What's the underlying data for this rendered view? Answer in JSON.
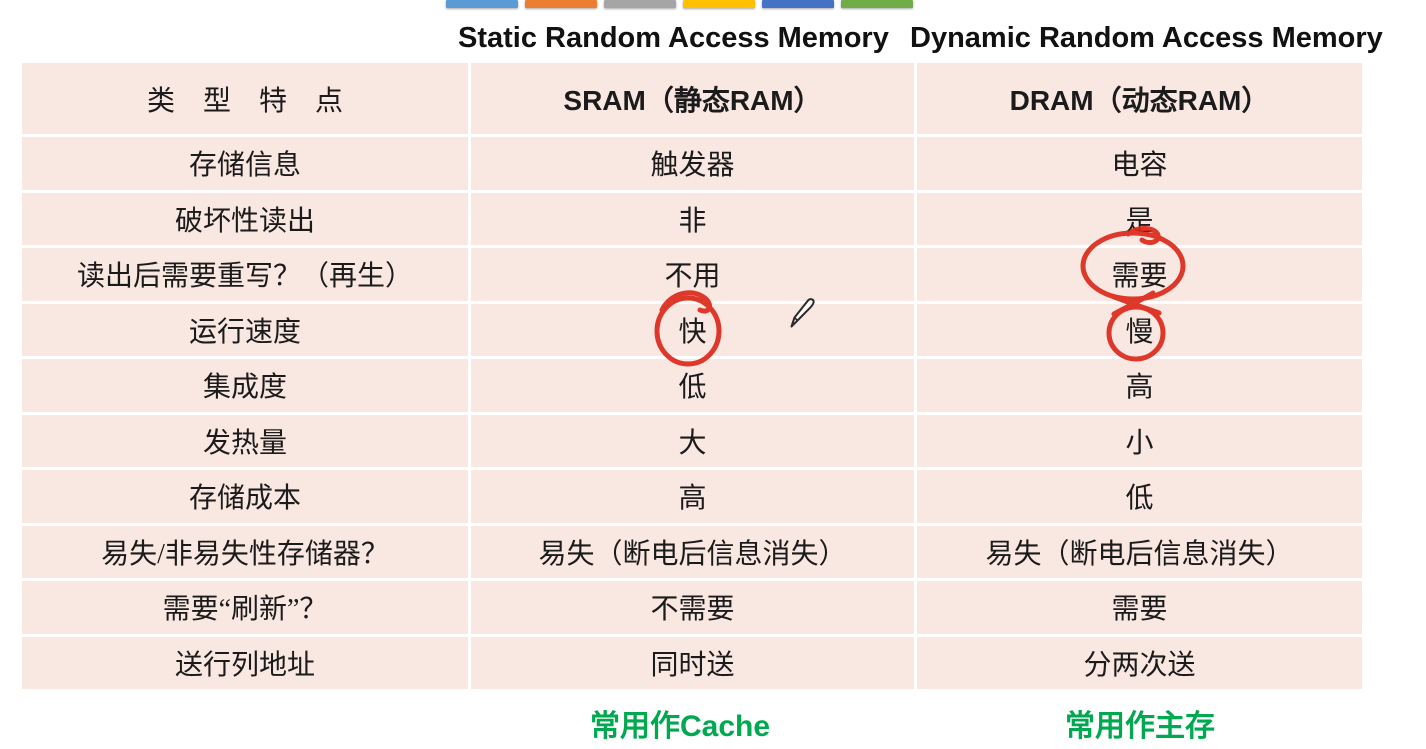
{
  "slide": {
    "top_bars": {
      "colors": [
        "#5B9BD5",
        "#ED7D31",
        "#A5A5A5",
        "#FFC000",
        "#4472C4",
        "#70AD47"
      ]
    },
    "column_headers": {
      "static": "Static Random Access Memory",
      "dynamic": "Dynamic Random Access Memory"
    },
    "table": {
      "header_row": {
        "feature": "类　型　特　点",
        "sram": "SRAM（静态RAM）",
        "dram": "DRAM（动态RAM）"
      },
      "rows": [
        {
          "feature": "存储信息",
          "sram": "触发器",
          "dram": "电容"
        },
        {
          "feature": "破坏性读出",
          "sram": "非",
          "dram": "是"
        },
        {
          "feature": "读出后需要重写？（再生）",
          "sram": "不用",
          "dram": "需要"
        },
        {
          "feature": "运行速度",
          "sram": "快",
          "dram": "慢"
        },
        {
          "feature": "集成度",
          "sram": "低",
          "dram": "高"
        },
        {
          "feature": "发热量",
          "sram": "大",
          "dram": "小"
        },
        {
          "feature": "存储成本",
          "sram": "高",
          "dram": "低"
        },
        {
          "feature": "易失/非易失性存储器？",
          "sram": "易失（断电后信息消失）",
          "dram": "易失（断电后信息消失）"
        },
        {
          "feature": "需要“刷新”？",
          "sram": "不需要",
          "dram": "需要"
        },
        {
          "feature": "送行列地址",
          "sram": "同时送",
          "dram": "分两次送"
        }
      ]
    },
    "footer": {
      "sram_usage": "常用作Cache",
      "dram_usage": "常用作主存"
    },
    "annotations": {
      "ink_color": "#DB2A1A",
      "circled_words": [
        "快",
        "需要",
        "慢"
      ],
      "cursor": "pen-icon"
    },
    "colors": {
      "table_cell_bg": "#F9E7E1",
      "usage_green": "#00A850",
      "header_text": "#111111"
    }
  }
}
